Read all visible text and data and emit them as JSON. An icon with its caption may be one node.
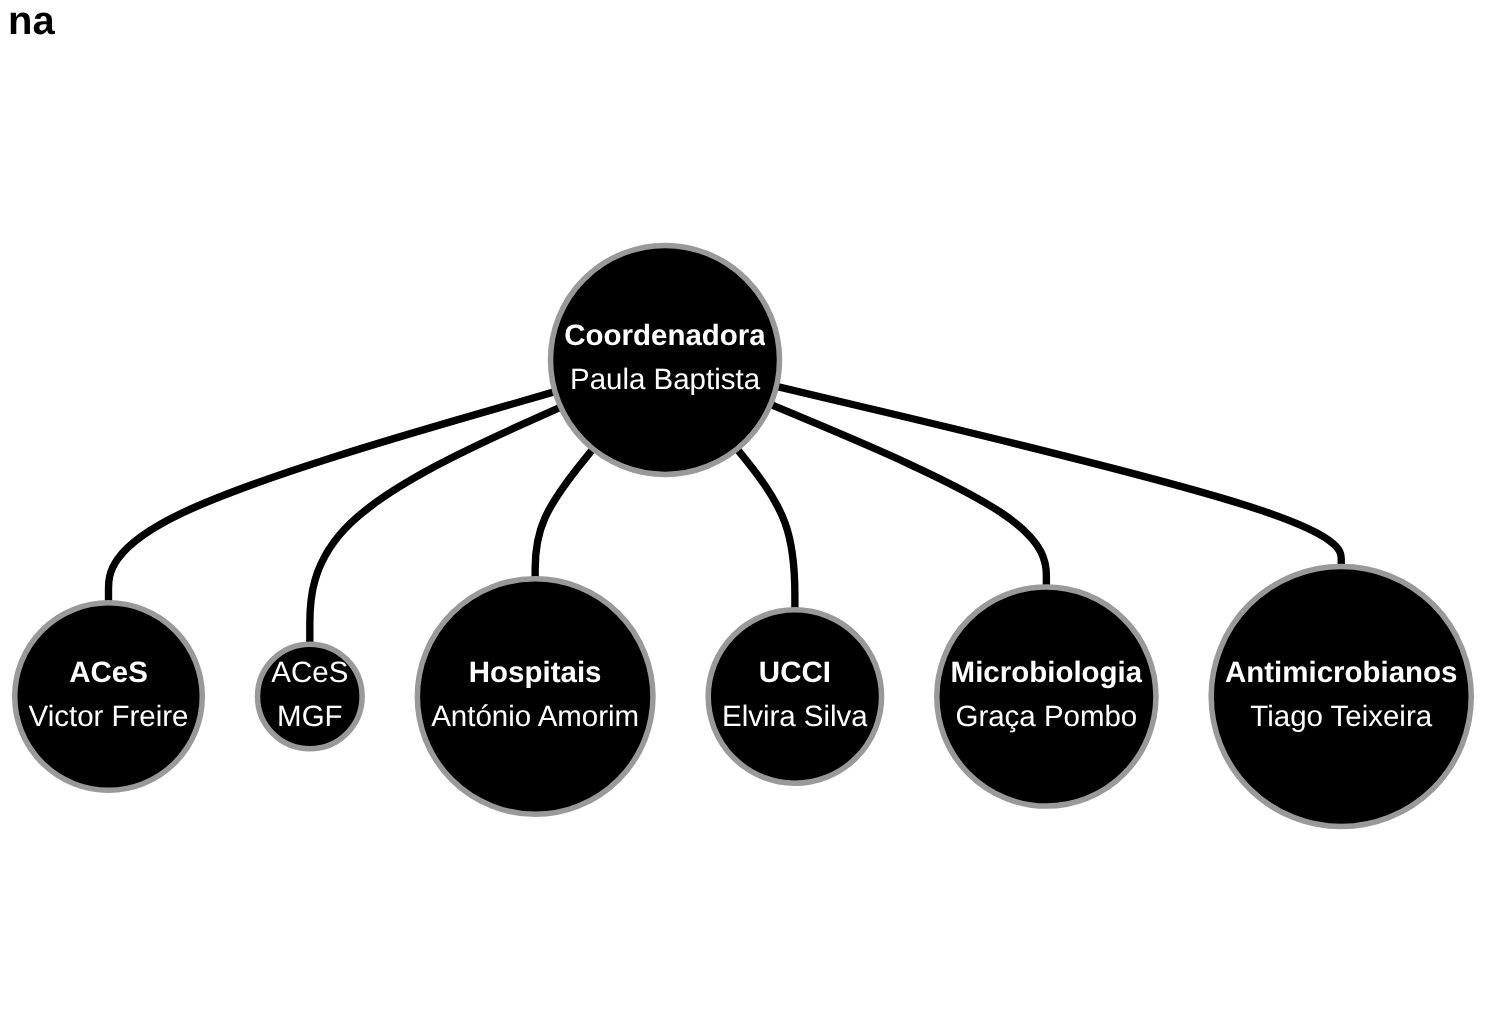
{
  "diagram": {
    "title": "na",
    "nodes": [
      {
        "text": [
          "ACeS",
          "Victor Freire"
        ]
      },
      {
        "text": [
          "ACeS",
          "MGF"
        ]
      },
      {
        "text": [
          "Hospitais",
          "António Amorim"
        ]
      },
      {
        "text": [
          "Coordenadora",
          "Paula Baptista"
        ]
      },
      {
        "text": [
          "UCCI",
          "Elvira Silva"
        ]
      },
      {
        "text": [
          "Microbiologia",
          "Graça Pombo"
        ]
      },
      {
        "text": [
          "Antimicrobianos",
          "Tiago Teixeira"
        ]
      }
    ],
    "edges": [
      {
        "from": 3,
        "to": 0,
        "arrow": "none"
      },
      {
        "from": 3,
        "to": 1,
        "arrow": "none"
      },
      {
        "from": 3,
        "to": 2,
        "arrow": "none"
      },
      {
        "from": 3,
        "to": 4,
        "arrow": "none"
      },
      {
        "from": 3,
        "to": 5,
        "arrow": "none"
      },
      {
        "from": 3,
        "to": 6,
        "arrow": "none"
      }
    ]
  }
}
